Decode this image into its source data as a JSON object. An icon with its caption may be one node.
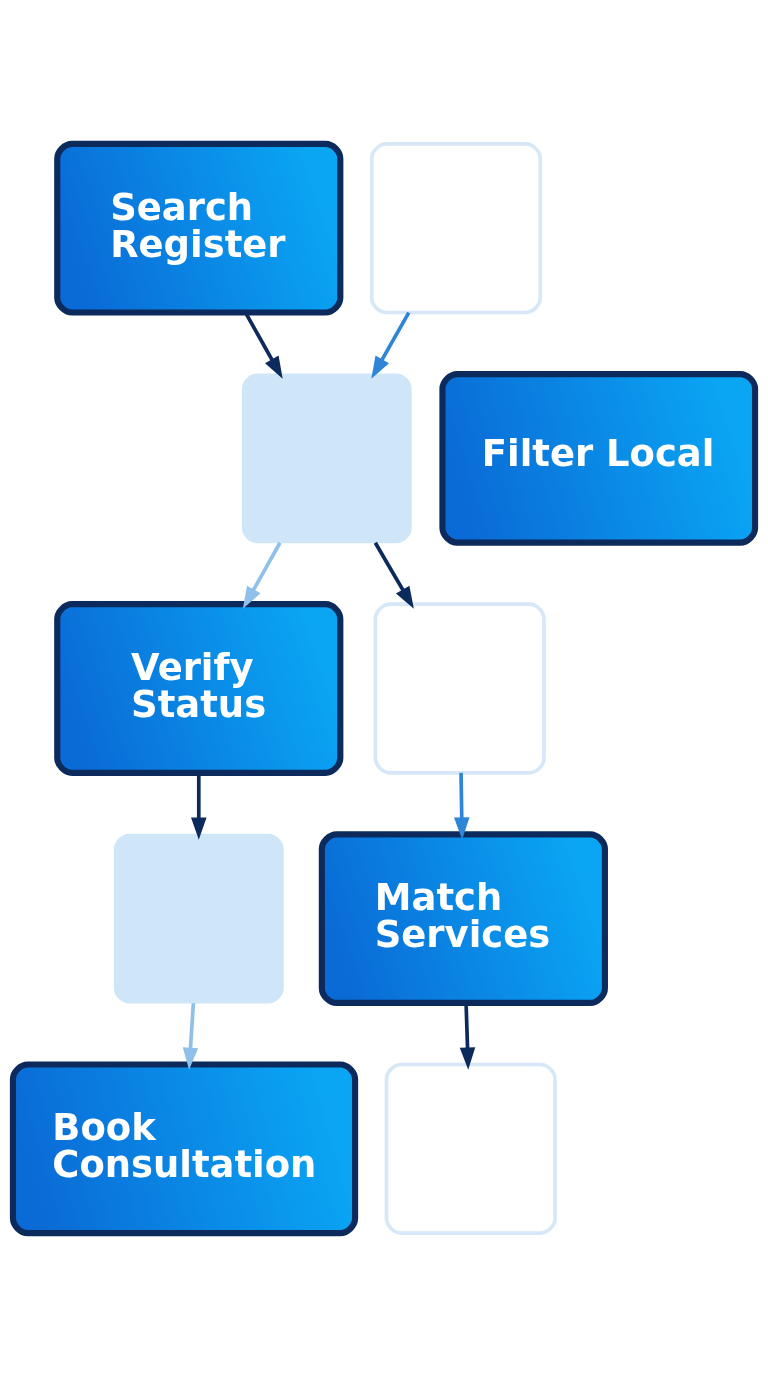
{
  "diagram": {
    "nodes": [
      {
        "text": [
          "Search Register"
        ]
      },
      {
        "text": [],
        "shape": "box"
      },
      {
        "text": [
          "Filter Local"
        ]
      },
      {
        "text": [],
        "shape": "box"
      },
      {
        "text": [
          "Verify Status"
        ]
      },
      {
        "text": [],
        "shape": "box"
      },
      {
        "text": [
          "Match Services"
        ]
      },
      {
        "text": [],
        "shape": "box"
      },
      {
        "text": [
          "Book Consultation"
        ]
      },
      {
        "text": [],
        "shape": "box"
      }
    ],
    "edges": [
      {
        "from": 0,
        "to": 3,
        "arrow": "to"
      },
      {
        "from": 1,
        "to": 3,
        "arrow": "to",
        "color": "#2f86d6"
      },
      {
        "from": 3,
        "to": 4,
        "arrow": "to",
        "color": "#8fc0ea"
      },
      {
        "from": 3,
        "to": 5,
        "arrow": "to"
      },
      {
        "from": 4,
        "to": 7,
        "arrow": "to"
      },
      {
        "from": 5,
        "to": 6,
        "arrow": "to",
        "color": "#2f86d6"
      },
      {
        "from": 7,
        "to": 8,
        "arrow": "to",
        "color": "#8fc0ea"
      },
      {
        "from": 6,
        "to": 9,
        "arrow": "to"
      }
    ]
  }
}
